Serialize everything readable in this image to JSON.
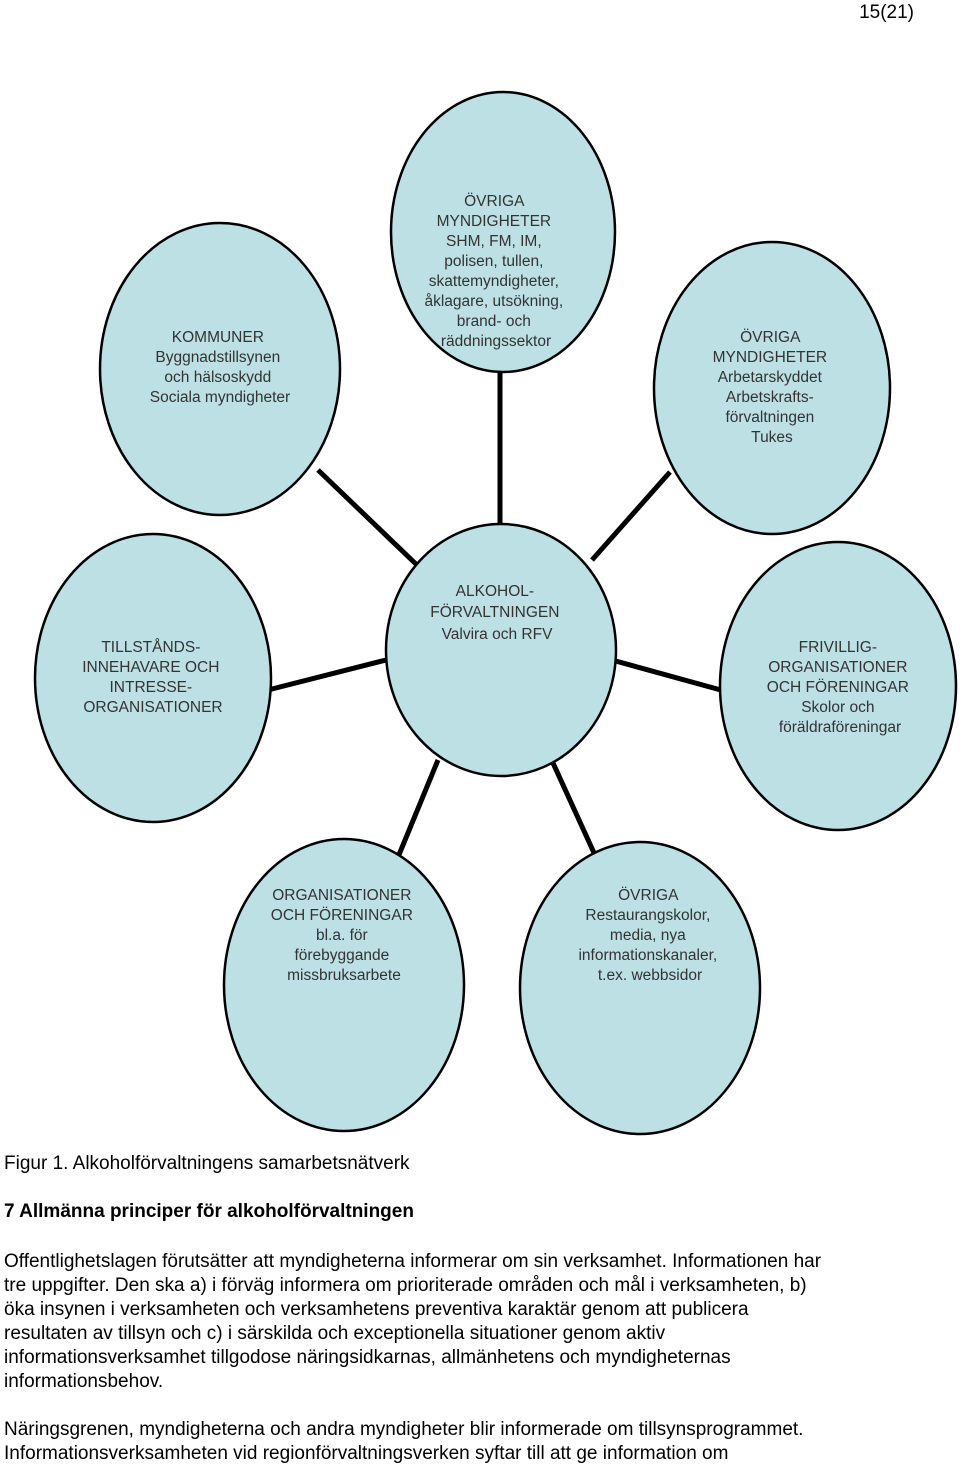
{
  "page_number": "15(21)",
  "diagram": {
    "center": {
      "lines": [
        "ALKOHOL-",
        "FÖRVALTNINGEN"
      ],
      "sub": "Valvira och RFV"
    },
    "nodes": [
      {
        "id": "top",
        "lines": [
          "ÖVRIGA",
          "MYNDIGHETER",
          "SHM, FM, IM,",
          "polisen, tullen,",
          "skattemyndigheter,",
          "åklagare, utsökning,",
          "brand- och",
          "räddningssektor"
        ]
      },
      {
        "id": "top-left",
        "lines": [
          "KOMMUNER",
          "Byggnadstillsynen",
          "och hälsoskydd",
          "Sociala myndigheter"
        ]
      },
      {
        "id": "top-right",
        "lines": [
          "ÖVRIGA",
          "MYNDIGHETER",
          "Arbetarskyddet",
          "Arbetskrafts-",
          "förvaltningen",
          "Tukes"
        ]
      },
      {
        "id": "left",
        "lines": [
          "TILLSTÅNDS-",
          "INNEHAVARE OCH",
          "INTRESSE-",
          "ORGANISATIONER"
        ]
      },
      {
        "id": "right",
        "lines": [
          "FRIVILLIG-",
          "ORGANISATIONER",
          "OCH FÖRENINGAR",
          "Skolor och",
          "föräldraföreningar"
        ]
      },
      {
        "id": "bottom-left",
        "lines": [
          "ORGANISATIONER",
          "OCH FÖRENINGAR",
          "bl.a. för",
          "förebyggande",
          "missbruksarbete"
        ]
      },
      {
        "id": "bottom-right",
        "lines": [
          "ÖVRIGA",
          "Restaurangskolor,",
          "media, nya",
          "informationskanaler,",
          "t.ex. webbsidor"
        ]
      }
    ],
    "colors": {
      "fill": "#bce0e4",
      "stroke": "#000000",
      "connector": "#000000"
    }
  },
  "caption": "Figur 1. Alkoholförvaltningens samarbetsnätverk",
  "section_heading": "7 Allmänna principer för alkoholförvaltningen",
  "paragraphs": [
    {
      "lines": [
        "Offentlighetslagen förutsätter att myndigheterna informerar om sin verksamhet. Informationen har",
        "tre uppgifter. Den ska a) i förväg informera om prioriterade områden och mål i verksamheten, b)",
        "öka insynen i verksamheten och verksamhetens preventiva karaktär genom att publicera",
        "resultaten av tillsyn och c) i särskilda och exceptionella situationer genom aktiv",
        "informationsverksamhet tillgodose näringsidkarnas, allmänhetens och myndigheternas",
        "informationsbehov."
      ]
    },
    {
      "lines": [
        "Näringsgrenen, myndigheterna och andra myndigheter blir informerade om tillsynsprogrammet.",
        "Informationsverksamheten vid regionförvaltningsverken syftar till att ge information om"
      ]
    }
  ]
}
